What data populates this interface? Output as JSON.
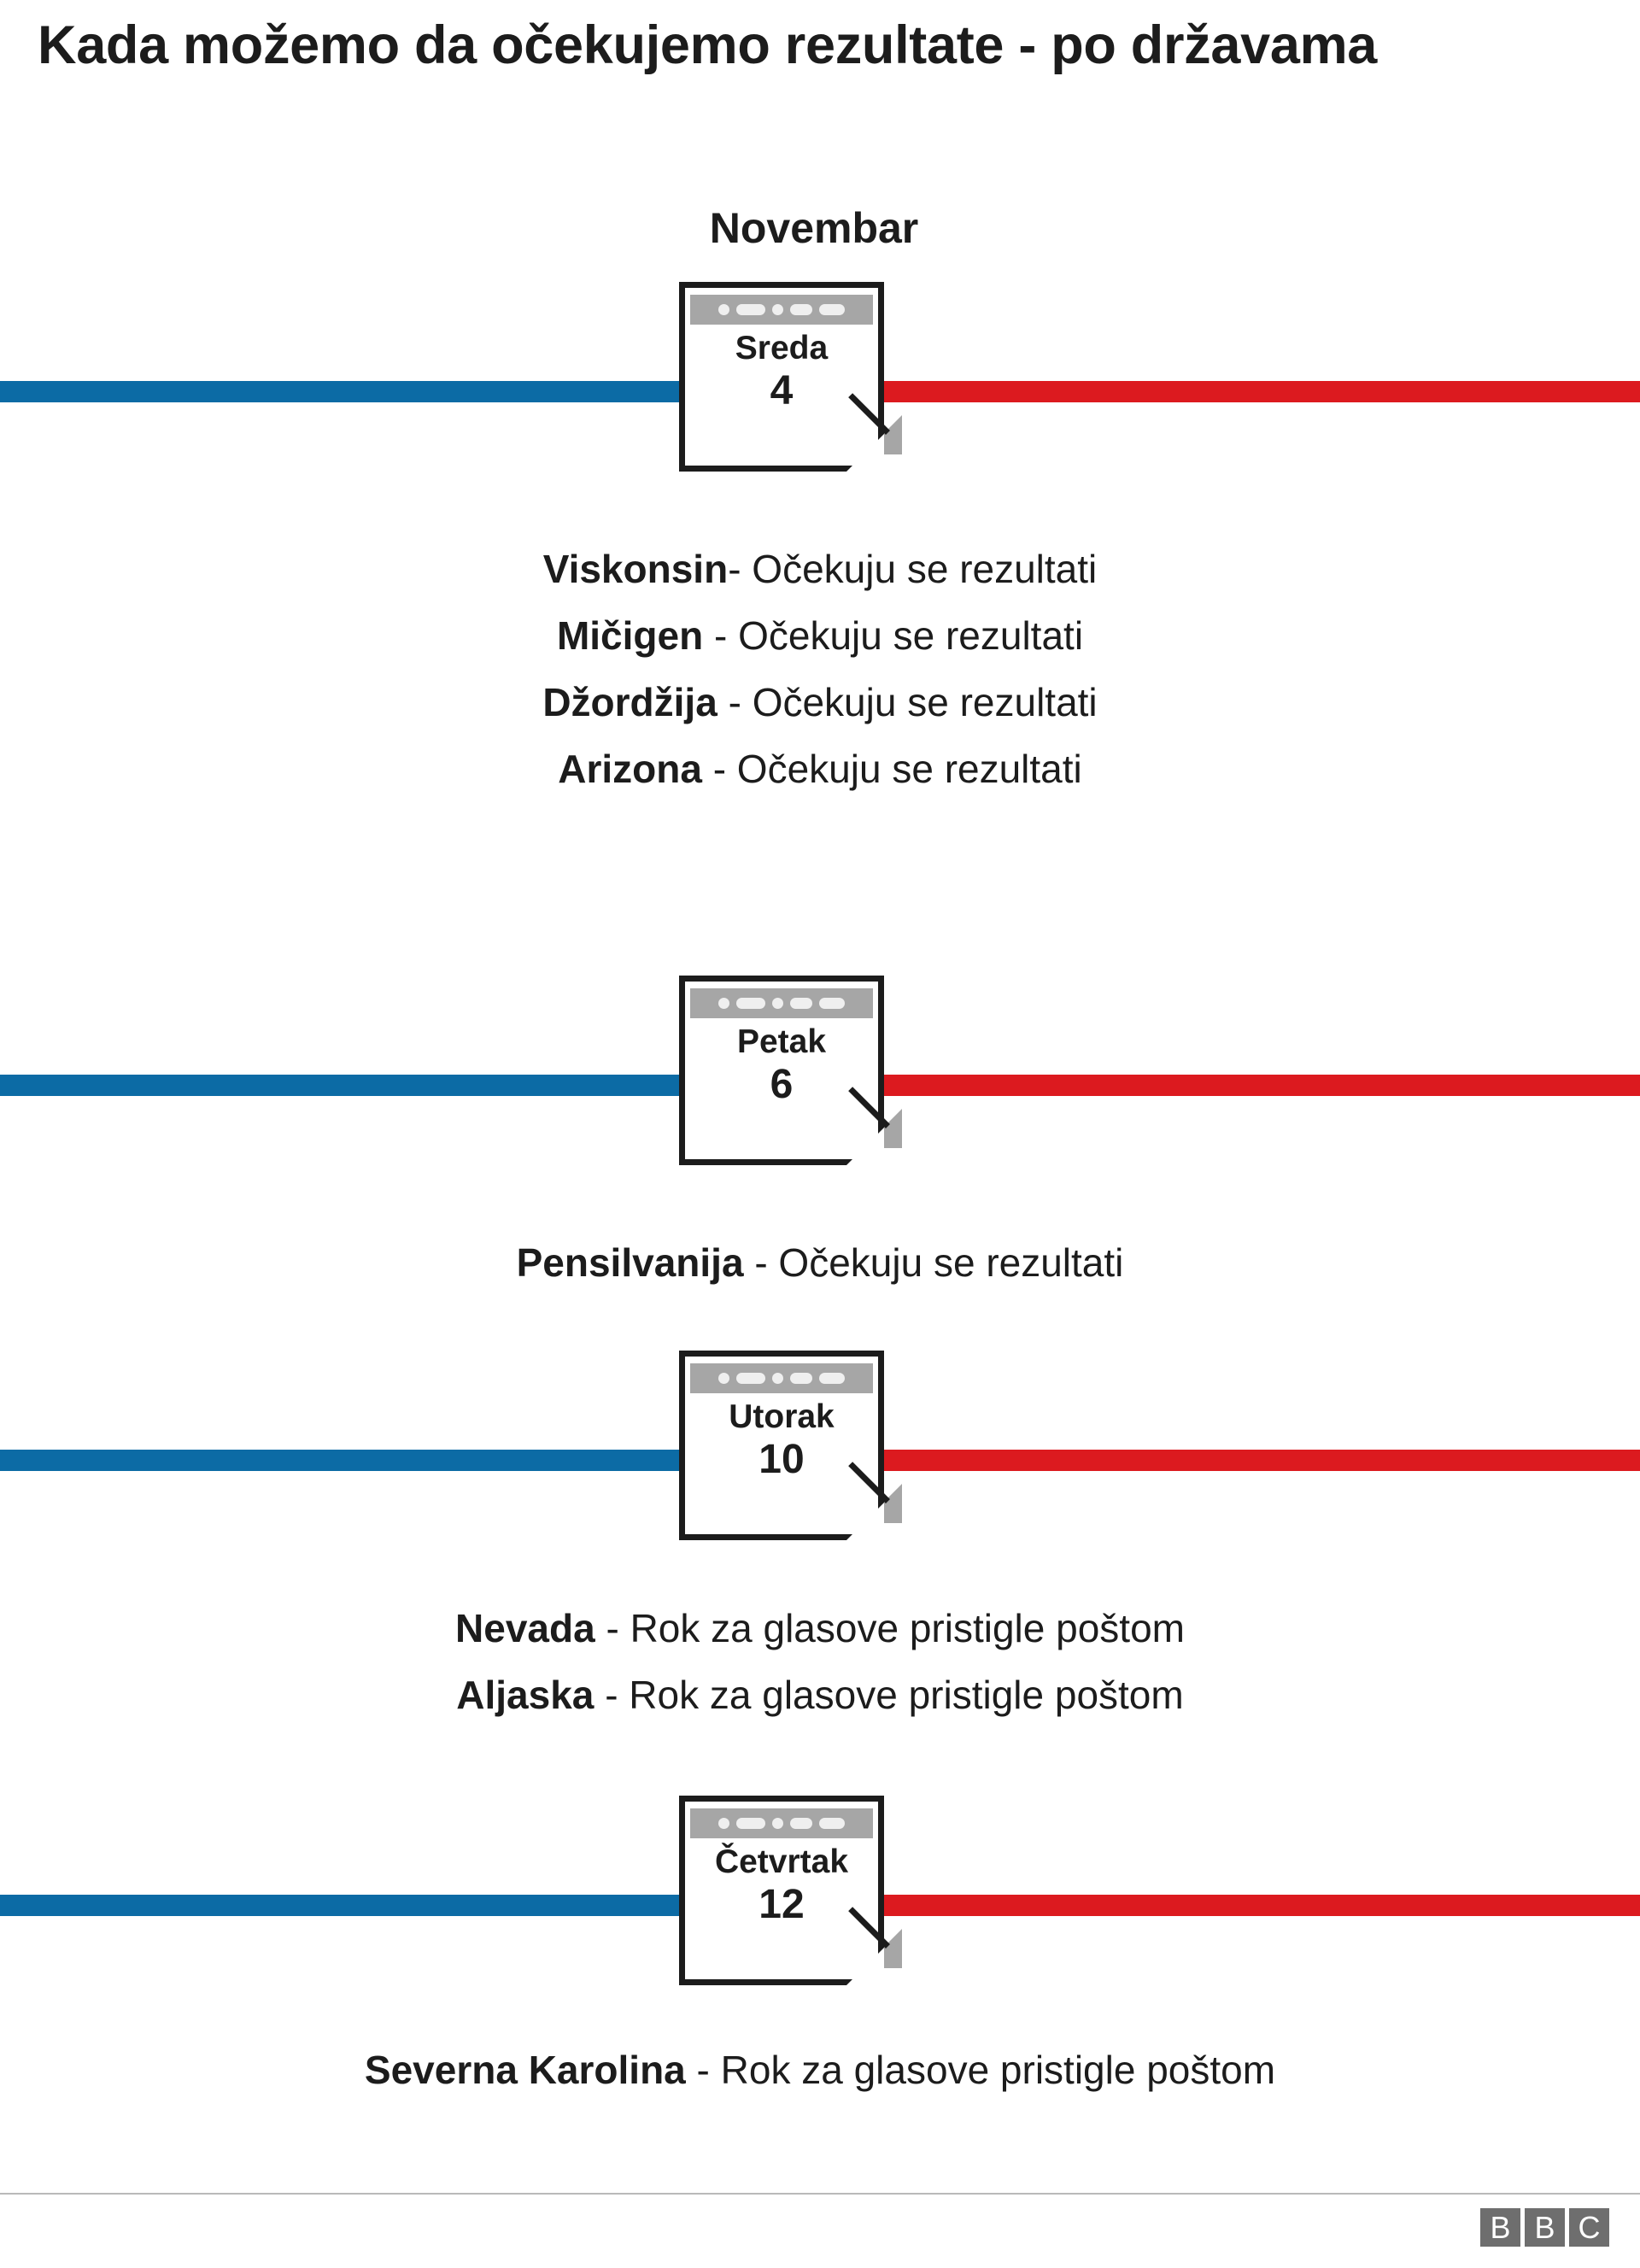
{
  "title": "Kada možemo da očekujemo rezultate - po državama",
  "month_label": "Novembar",
  "colors": {
    "blue": "#0c6ba5",
    "red": "#dc1a1f",
    "text": "#1c1c1c",
    "calendar_bar": "#a6a6a6",
    "bbc_gray": "#6e6e6e"
  },
  "timeline": [
    {
      "day_name": "Sreda",
      "day_number": "4",
      "entries": [
        {
          "state": "Viskonsin",
          "dash": "-",
          "description": "Očekuju se rezultati"
        },
        {
          "state": "Mičigen",
          "dash": "-",
          "description": "Očekuju se rezultati"
        },
        {
          "state": "Džordžija",
          "dash": "-",
          "description": "Očekuju se rezultati"
        },
        {
          "state": "Arizona",
          "dash": "-",
          "description": "Očekuju se rezultati"
        }
      ]
    },
    {
      "day_name": "Petak",
      "day_number": "6",
      "entries": [
        {
          "state": "Pensilvanija",
          "dash": "-",
          "description": "Očekuju se rezultati"
        }
      ]
    },
    {
      "day_name": "Utorak",
      "day_number": "10",
      "entries": [
        {
          "state": "Nevada",
          "dash": "-",
          "description": "Rok za glasove pristigle poštom"
        },
        {
          "state": "Aljaska",
          "dash": "-",
          "description": "Rok za glasove pristigle poštom"
        }
      ]
    },
    {
      "day_name": "Četvrtak",
      "day_number": "12",
      "entries": [
        {
          "state": "Severna Karolina",
          "dash": "-",
          "description": "Rok za glasove pristigle poštom"
        }
      ]
    }
  ],
  "footer": {
    "logo_letters": [
      "B",
      "B",
      "C"
    ]
  }
}
